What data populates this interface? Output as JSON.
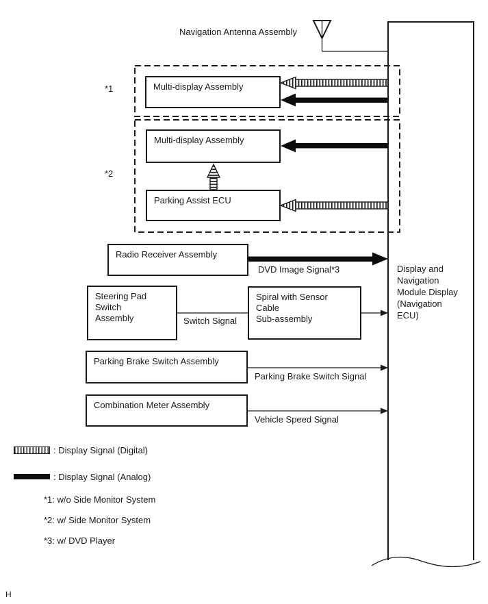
{
  "colors": {
    "ink": "#1a1a1a",
    "background": "#ffffff"
  },
  "nodes": {
    "antenna_label": "Navigation Antenna Assembly",
    "multi_display_1": "Multi-display Assembly",
    "multi_display_2": "Multi-display Assembly",
    "parking_assist_ecu": "Parking Assist ECU",
    "radio_receiver": "Radio Receiver Assembly",
    "steering_pad_lines": [
      "Steering Pad Switch",
      "Assembly"
    ],
    "spiral_cable_lines": [
      "Spiral with Sensor Cable",
      "Sub-assembly"
    ],
    "parking_brake": "Parking Brake Switch Assembly",
    "combination_meter": "Combination Meter Assembly",
    "nav_ecu_lines": [
      "Display and",
      "Navigation",
      "Module Display",
      "(Navigation",
      "ECU)"
    ]
  },
  "markers": {
    "group1": "*1",
    "group2": "*2"
  },
  "signals": {
    "dvd_image": "DVD Image Signal*3",
    "switch": "Switch Signal",
    "parking_brake": "Parking Brake Switch Signal",
    "vehicle_speed": "Vehicle Speed Signal"
  },
  "legend": {
    "digital_label": ": Display Signal (Digital)",
    "analog_label": ": Display Signal (Analog)"
  },
  "footnotes": [
    "*1: w/o Side Monitor System",
    "*2: w/ Side Monitor System",
    "*3: w/ DVD Player"
  ],
  "page_marker": "H"
}
